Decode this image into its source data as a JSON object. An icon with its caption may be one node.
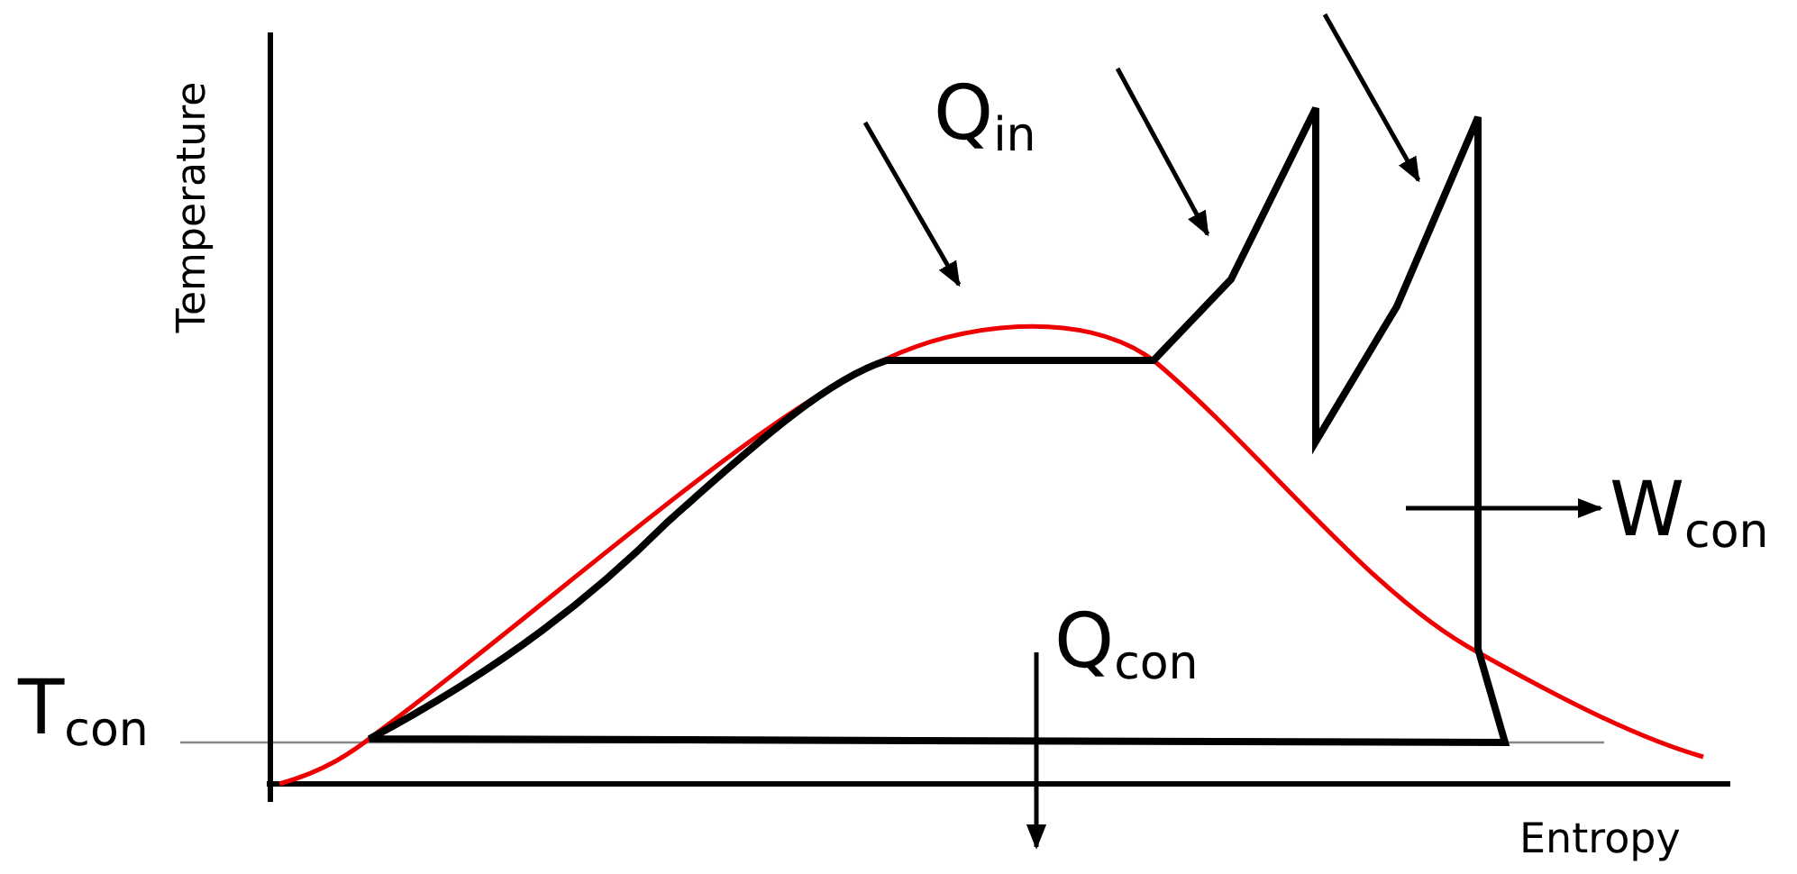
{
  "diagram": {
    "labels": [
      "Temperature",
      "Q$_{in}$",
      "Q$_{con}$",
      "W$_{con}$",
      "T$_{con}$",
      "Entropy"
    ]
  }
}
